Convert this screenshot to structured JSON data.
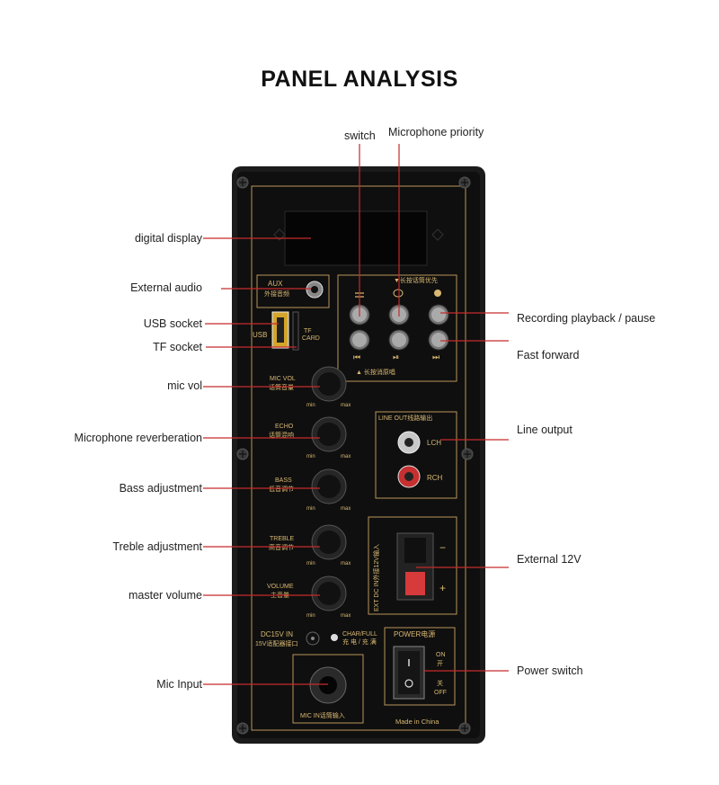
{
  "title": "PANEL ANALYSIS",
  "callouts": {
    "switch": "switch",
    "microphone_priority": "Microphone priority",
    "digital_display": "digital display",
    "external_audio": "External audio",
    "usb_socket": "USB socket",
    "tf_socket": "TF socket",
    "mic_vol": "mic vol",
    "microphone_reverberation": "Microphone reverberation",
    "bass_adjustment": "Bass adjustment",
    "treble_adjustment": "Treble adjustment",
    "master_volume": "master volume",
    "mic_input": "Mic Input",
    "recording_playback": "Recording playback / pause",
    "fast_forward": "Fast forward",
    "line_output": "Line output",
    "external_12v": "External 12V",
    "power_switch": "Power switch"
  },
  "panel": {
    "aux_label": "AUX",
    "aux_cn": "外接音频",
    "usb": "USB",
    "tf": "TF",
    "card": "CARD",
    "mic_priority_cn": "▼长按话筒优先",
    "cancel_vocal_cn": "▲ 长按消原唱",
    "knobs": [
      {
        "en": "MIC VOL",
        "cn": "话筒音量"
      },
      {
        "en": "ECHO",
        "cn": "话筒混响"
      },
      {
        "en": "BASS",
        "cn": "低音调节"
      },
      {
        "en": "TREBLE",
        "cn": "高音调节"
      },
      {
        "en": "VOLUME",
        "cn": "主音量"
      }
    ],
    "min": "min",
    "max": "max",
    "line_out": "LINE OUT线路输出",
    "lch": "LCH",
    "rch": "RCH",
    "ext_dc": "EXT DC IN外接12V输入",
    "minus": "−",
    "plus": "+",
    "dc15v": "DC15V IN",
    "dc15v_cn": "15V适配器接口",
    "char_full": "CHAR/FULL",
    "char_full_cn": "充 电 / 充 满",
    "power": "POWER电源",
    "on": "ON",
    "on_cn": "开",
    "off_cn": "关",
    "off": "OFF",
    "mic_in": "MIC IN话筒输入",
    "made_in": "Made in China"
  }
}
